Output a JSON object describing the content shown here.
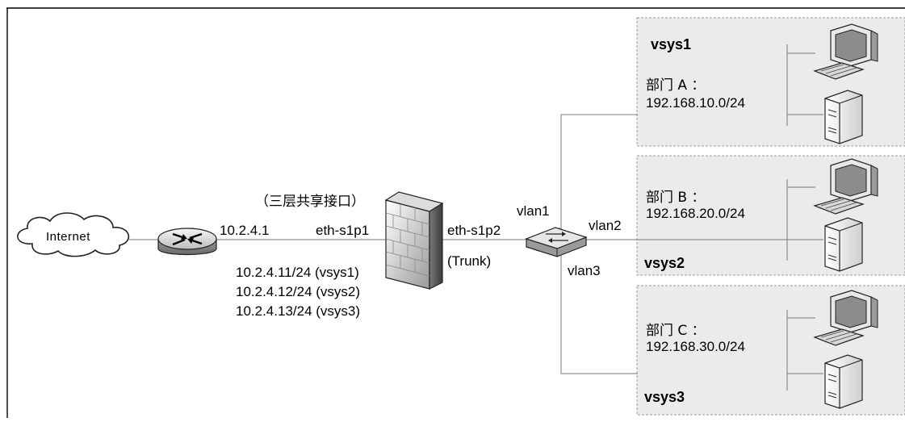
{
  "internet": {
    "label": "Internet"
  },
  "router": {
    "ip": "10.2.4.1"
  },
  "firewall": {
    "shared_interface_note": "（三层共享接口）",
    "port_out": "eth-s1p1",
    "port_in": "eth-s1p2",
    "trunk": "(Trunk)",
    "vsys_ips": [
      "10.2.4.11/24 (vsys1)",
      "10.2.4.12/24 (vsys2)",
      "10.2.4.13/24 (vsys3)"
    ]
  },
  "switch": {
    "vlans": [
      "vlan1",
      "vlan2",
      "vlan3"
    ]
  },
  "zones": [
    {
      "vsys": "vsys1",
      "dept": "部门 A ：",
      "subnet": "192.168.10.0/24"
    },
    {
      "vsys": "vsys2",
      "dept": "部门 B ：",
      "subnet": "192.168.20.0/24"
    },
    {
      "vsys": "vsys3",
      "dept": "部门 C ：",
      "subnet": "192.168.30.0/24"
    }
  ],
  "colors": {
    "zone_fill": "#ebebeb",
    "zone_border": "#9a9a9a",
    "line": "#7a7a7a"
  }
}
